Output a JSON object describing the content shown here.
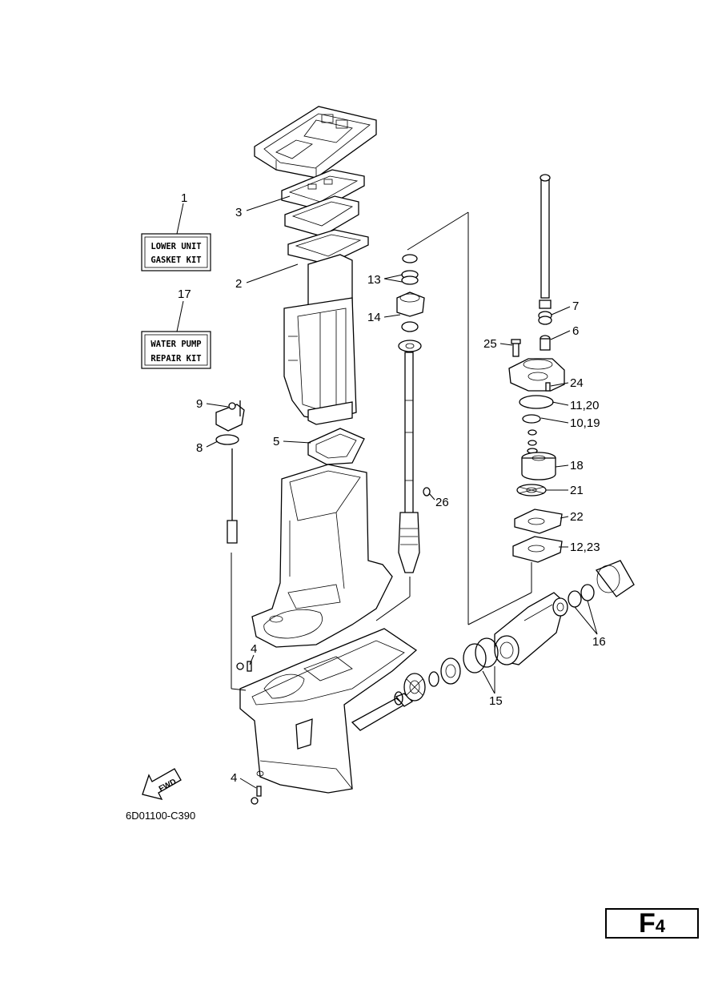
{
  "kits": {
    "lower_unit_line1": "LOWER UNIT",
    "lower_unit_line2": "GASKET KIT",
    "water_pump_line1": "WATER PUMP",
    "water_pump_line2": "REPAIR KIT"
  },
  "callouts": {
    "c1": "1",
    "c2": "2",
    "c3": "3",
    "c4a": "4",
    "c4b": "4",
    "c5": "5",
    "c6": "6",
    "c7": "7",
    "c8": "8",
    "c9": "9",
    "c10_19": "10,19",
    "c11_20": "11,20",
    "c12_23": "12,23",
    "c13": "13",
    "c14": "14",
    "c15": "15",
    "c16": "16",
    "c17": "17",
    "c18": "18",
    "c21": "21",
    "c22": "22",
    "c24": "24",
    "c25": "25",
    "c26": "26"
  },
  "fwd_label": "FWD",
  "diagram_code": "6D01100-C390",
  "page_tag": {
    "letter": "F",
    "number": "4"
  },
  "colors": {
    "ink": "#000000",
    "paper": "#ffffff"
  }
}
